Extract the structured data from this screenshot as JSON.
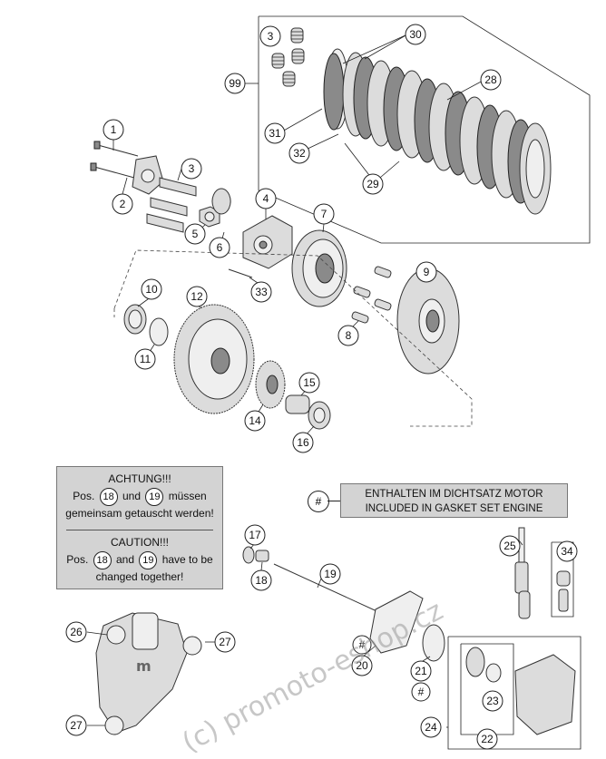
{
  "callouts": {
    "c1": "1",
    "c2": "2",
    "c3a": "3",
    "c3b": "3",
    "c4": "4",
    "c5": "5",
    "c6": "6",
    "c7": "7",
    "c8": "8",
    "c9": "9",
    "c10": "10",
    "c11": "11",
    "c12": "12",
    "c14": "14",
    "c15": "15",
    "c16": "16",
    "c17": "17",
    "c18": "18",
    "c19": "19",
    "c20": "20",
    "c20hash": "#",
    "c21": "21",
    "c21hash": "#",
    "c22": "22",
    "c23": "23",
    "c24": "24",
    "c25": "25",
    "c26": "26",
    "c27a": "27",
    "c27b": "27",
    "c28": "28",
    "c29": "29",
    "c30": "30",
    "c31": "31",
    "c32": "32",
    "c33": "33",
    "c34": "34",
    "c99": "99"
  },
  "warning": {
    "de_title": "ACHTUNG!!!",
    "de_pos": "Pos.",
    "de_num1": "18",
    "de_and": "und",
    "de_num2": "19",
    "de_rest": "müssen",
    "de_line2": "gemeinsam getauscht werden!",
    "en_title": "CAUTION!!!",
    "en_pos": "Pos.",
    "en_num1": "18",
    "en_and": "and",
    "en_num2": "19",
    "en_rest": "have to be",
    "en_line2": "changed together!"
  },
  "gasket_note": {
    "symbol": "#",
    "line1": "ENTHALTEN IM DICHTSATZ MOTOR",
    "line2": "INCLUDED IN GASKET SET ENGINE"
  },
  "watermark": "(c) promoto-eshop.cz"
}
